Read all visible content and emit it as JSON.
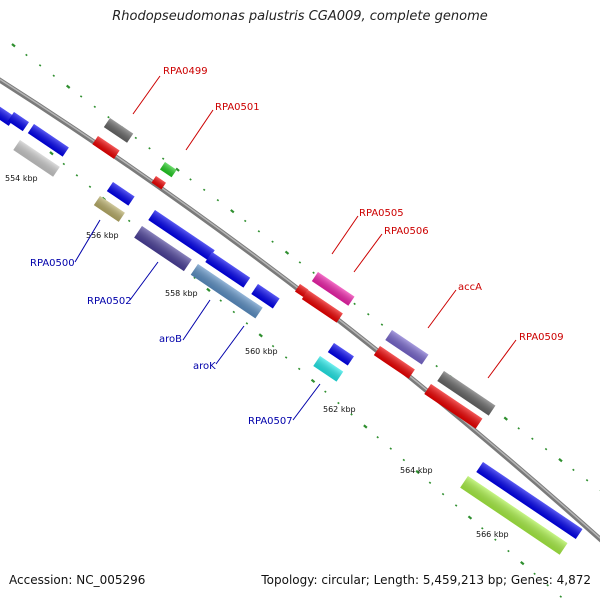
{
  "title": "Rhodopseudomonas palustris CGA009, complete genome",
  "footer": {
    "accession": "Accession: NC_005296",
    "summary": "Topology: circular; Length: 5,459,213 bp; Genes: 4,872"
  },
  "colors": {
    "forward_label": "#cc0000",
    "reverse_label": "#0000aa",
    "backbone": "#8a8a8a",
    "tick_mark": "#2f8f2f"
  },
  "tick_labels": [
    "554 kbp",
    "556 kbp",
    "558 kbp",
    "560 kbp",
    "562 kbp",
    "564 kbp",
    "566 kbp"
  ],
  "gene_labels_forward": [
    "RPA0499",
    "RPA0501",
    "RPA0505",
    "RPA0506",
    "accA",
    "RPA0509"
  ],
  "gene_labels_reverse": [
    "RPA0500",
    "RPA0502",
    "aroB",
    "aroK",
    "RPA0507"
  ]
}
